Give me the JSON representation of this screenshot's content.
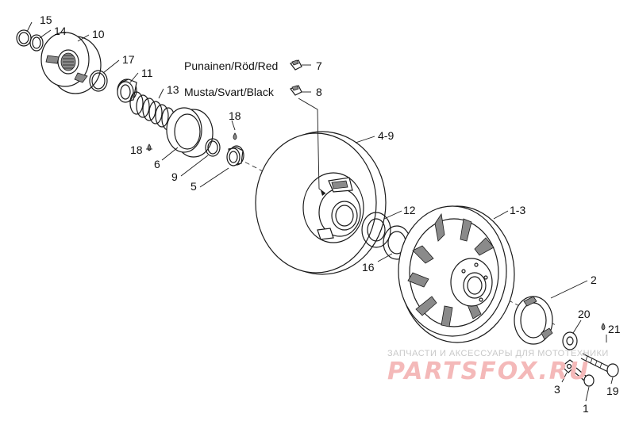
{
  "callouts": {
    "c1": "1",
    "c2": "2",
    "c3": "3",
    "c4_9": "4-9",
    "c5": "5",
    "c6": "6",
    "c7": "7",
    "c8": "8",
    "c9": "9",
    "c10": "10",
    "c11": "11",
    "c12": "12",
    "c13": "13",
    "c14": "14",
    "c15": "15",
    "c16": "16",
    "c17": "17",
    "c18a": "18",
    "c18b": "18",
    "c19": "19",
    "c20": "20",
    "c21": "21",
    "c1_3": "1-3"
  },
  "color_labels": {
    "red": "Punainen/Röd/Red",
    "black": "Musta/Svart/Black"
  },
  "watermark": {
    "tagline": "ЗАПЧАСТИ И АКСЕССУАРЫ ДЛЯ МОТОТЕХНИКИ",
    "brand": "PARTSFOX.RU"
  },
  "colors": {
    "line": "#1a1a1a",
    "shade": "#8a8a8a",
    "watermark_red": "#f4b9b9",
    "watermark_gray": "#c8c8c8"
  }
}
